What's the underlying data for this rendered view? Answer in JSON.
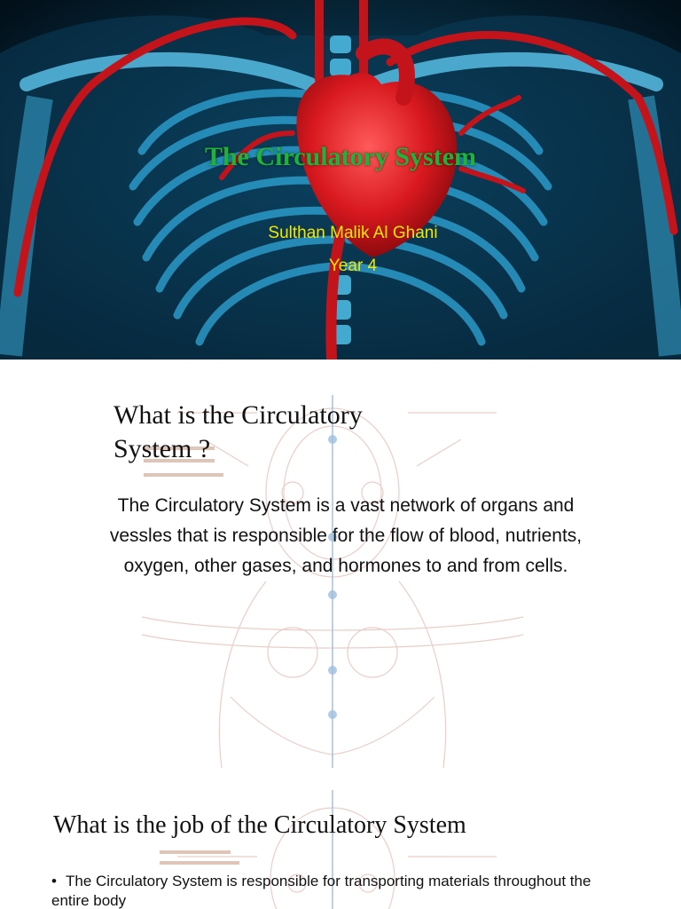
{
  "slide1": {
    "title": "The Circulatory System",
    "author": "Sulthan Malik Al Ghani",
    "year": "Year 4",
    "background_image": "anatomical-chest-heart-illustration"
  },
  "slide2": {
    "heading": "What is the Circulatory System ?",
    "body": "The Circulatory System is a vast network of organs and vessles that is responsible for the flow of blood, nutrients, oxygen, other gases, and hormones to and from cells.",
    "background_image": "faint-tibetan-anatomy-chart"
  },
  "slide3": {
    "heading": "What is the job of the Circulatory System",
    "bullet": "The Circulatory System is responsible for transporting materials throughout the entire body",
    "background_image": "faint-tibetan-anatomy-chart"
  },
  "colors": {
    "title_green": "#1fb33a",
    "subtitle_yellow": "#f3e600",
    "artery_red": "#c4141b",
    "bone_blue": "#2fa7d8"
  }
}
